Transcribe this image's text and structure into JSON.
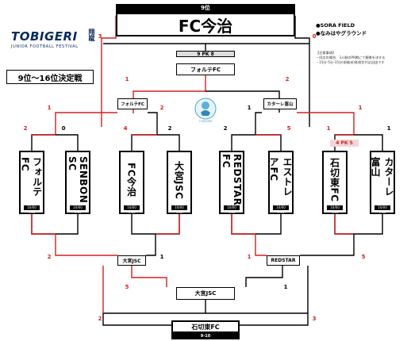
{
  "header": {
    "rank_label": "9位",
    "champion": "FC今治",
    "bottom_label": "9-10"
  },
  "logo": {
    "name": "TOBIGERI",
    "kanji": "翔蹴",
    "subtitle": "JUNIOR FOOTBALL FESTIVAL"
  },
  "title": "9位〜16位決定戦",
  "fields": [
    "●SORA FIELD",
    "●なみはやグラウンド"
  ],
  "notes": {
    "heading": "【注意事項】",
    "lines": [
      "・同点の場合、3人制のPK戦にて勝敗を決する",
      "・15分-5分-15分(前後半)各校交代は自由です"
    ]
  },
  "emblem_text": "TOBIGERI",
  "team_footer": "10/00 9:30",
  "teams": [
    {
      "name": "フォルテFC"
    },
    {
      "name": "SENBON SC"
    },
    {
      "name": "FC今治"
    },
    {
      "name": "大宮JSC"
    },
    {
      "name": "REDSTAR FC"
    },
    {
      "name": "エストレアFC"
    },
    {
      "name": "石切東FC"
    },
    {
      "name": "カターレ富山"
    }
  ],
  "r1_scores": [
    "2",
    "0",
    "4",
    "2",
    "2",
    "5",
    "1",
    "1"
  ],
  "r2": {
    "box1": "フォルテFC",
    "box2": "カターレ富山",
    "scores": [
      "1",
      "2",
      "1",
      "1"
    ]
  },
  "semi_top": {
    "box": "フォルテFC",
    "scores": [
      "1",
      "2"
    ],
    "pk_label": "9 PK 8"
  },
  "final_top_scores": [
    "3",
    "0"
  ],
  "pk_r1_right": "4 PK 5",
  "lower": {
    "box1": "大宮JSC",
    "box2": "REDSTAR",
    "scores_r1": [
      "2",
      "1",
      "1",
      "5"
    ],
    "box3": "大宮JSC",
    "scores_r2": [
      "5",
      "1"
    ],
    "final_box": "石切東FC",
    "final_scores": [
      "2",
      "3"
    ]
  },
  "colors": {
    "winner_line": "#d32020",
    "line": "#000000",
    "pk_bg": "#f3d6d6"
  }
}
